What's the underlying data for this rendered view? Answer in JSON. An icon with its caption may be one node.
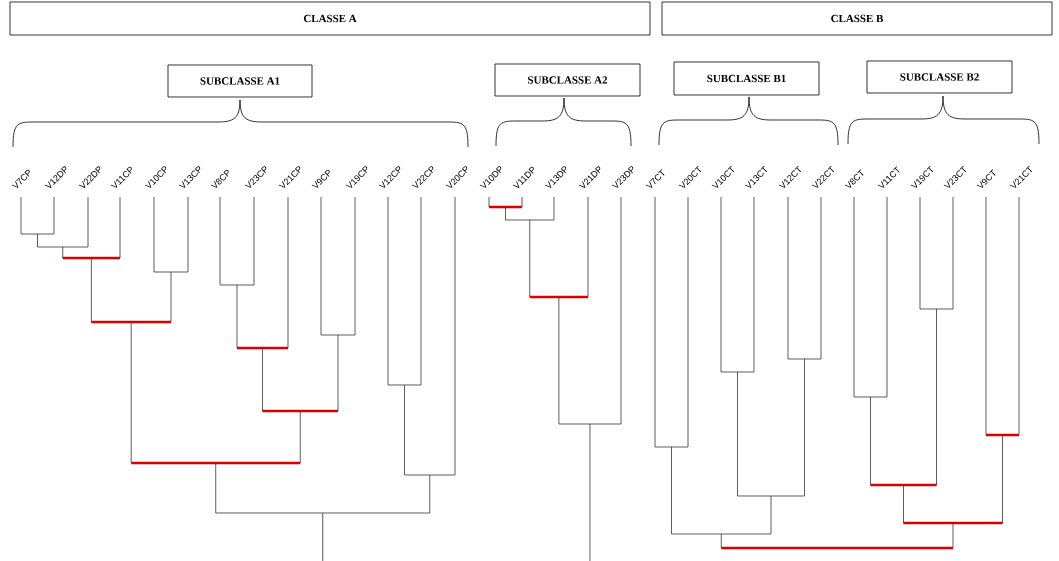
{
  "diagram": {
    "nodes": [
      {
        "text": [
          "CLASSE A"
        ]
      },
      {
        "text": [
          "CLASSE B"
        ]
      },
      {
        "text": [
          "SUBCLASSE A1"
        ]
      },
      {
        "text": [
          "SUBCLASSE A2"
        ]
      },
      {
        "text": [
          "SUBCLASSE B1"
        ]
      },
      {
        "text": [
          "SUBCLASSE B2"
        ]
      }
    ],
    "labels": [
      "V7CP",
      "V12DP",
      "V22DP",
      "V11CP",
      "V10CP",
      "V13CP",
      "V8CP",
      "V23CP",
      "V21CP",
      "V9CP",
      "V19CP",
      "V12CP",
      "V22CP",
      "V20CP",
      "V10DP",
      "V11DP",
      "V13DP",
      "V21DP",
      "V23DP",
      "V7CT",
      "V20CT",
      "V10CT",
      "V13CT",
      "V12CT",
      "V22CT",
      "V8CT",
      "V11CT",
      "V19CT",
      "V23CT",
      "V9CT",
      "V21CT"
    ]
  }
}
